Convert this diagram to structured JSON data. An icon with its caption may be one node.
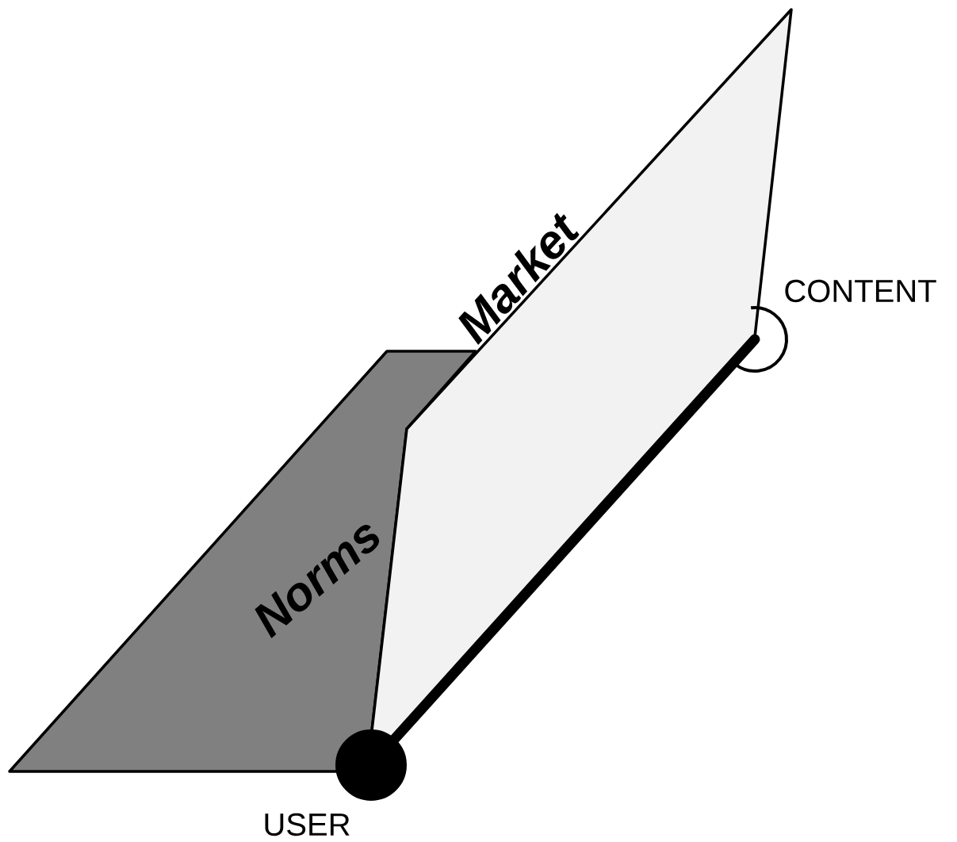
{
  "diagram": {
    "nodes": [
      {
        "text": [
          "Market"
        ]
      },
      {
        "text": [
          "Norms"
        ]
      },
      {
        "text": [],
        "shape": "circle",
        "beside": [
          "CONTENT"
        ]
      },
      {
        "text": [],
        "shape": "circle",
        "beside": [
          "USER"
        ]
      }
    ],
    "edges": [
      {
        "from": 3,
        "to": 2,
        "arrow": "none"
      }
    ]
  }
}
